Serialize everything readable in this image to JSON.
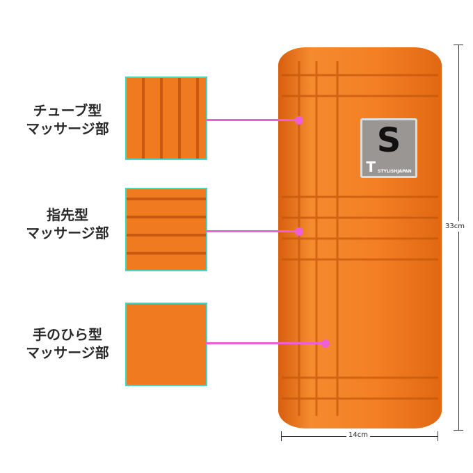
{
  "callouts": [
    {
      "line1": "チューブ型",
      "line2": "マッサージ部"
    },
    {
      "line1": "指先型",
      "line2": "マッサージ部"
    },
    {
      "line1": "手のひら型",
      "line2": "マッサージ部"
    }
  ],
  "dimensions": {
    "height": "33cm",
    "width": "14cm"
  },
  "logo": {
    "letter": "S",
    "small": "T",
    "brand": "STYLISHJAPAN"
  },
  "colors": {
    "roller": "#f07a20",
    "accent": "#ee5fd6",
    "frame": "#3fd9c6"
  }
}
